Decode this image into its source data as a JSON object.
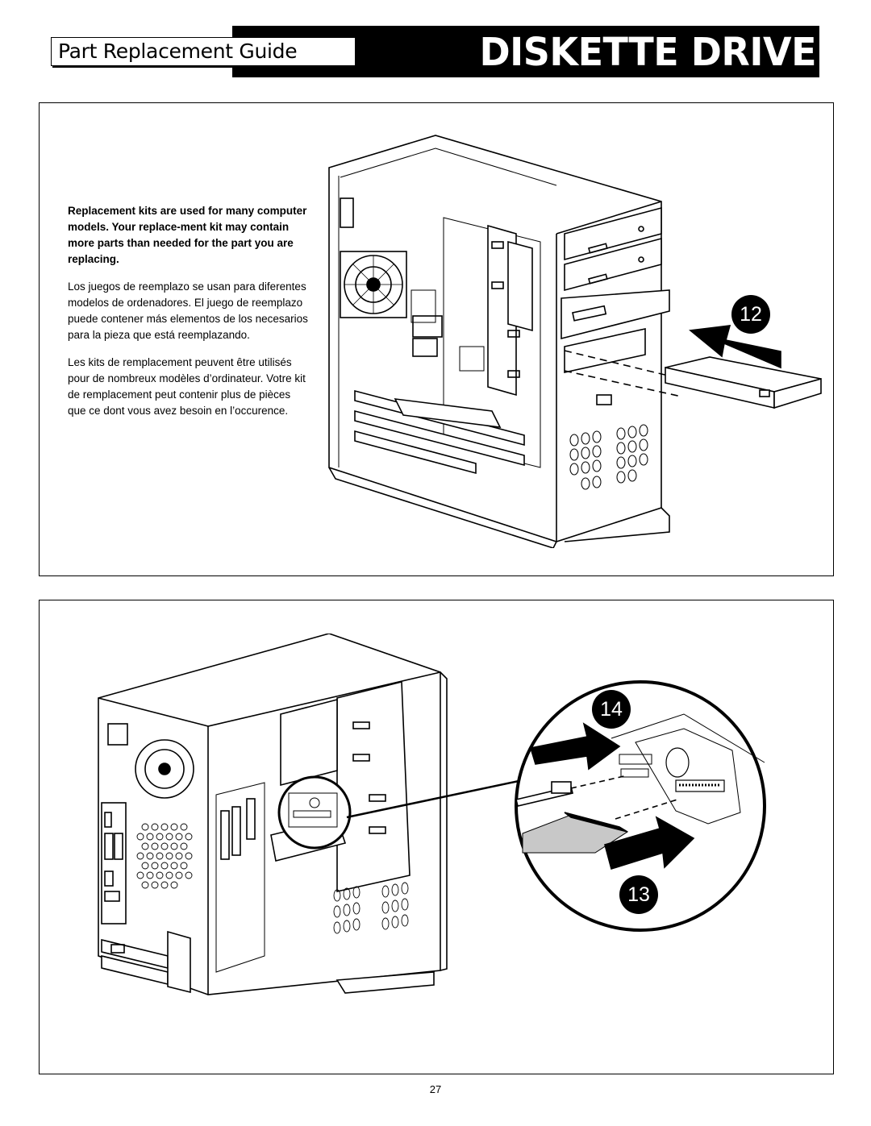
{
  "header": {
    "guide_label": "Part Replacement Guide",
    "section_title": "Diskette Drive"
  },
  "notice": {
    "english": "Replacement kits are used for many computer models. Your replace-ment kit may contain more parts than needed for the part you are replacing.",
    "spanish": "Los juegos de reemplazo se usan para diferentes modelos de ordenadores. El juego de reemplazo puede contener más elementos de los necesarios para la pieza que está reemplazando.",
    "french": "Les kits de remplacement peuvent être utilisés pour de nombreux modèles d’ordinateur. Votre kit de remplacement peut contenir plus de pièces que ce dont vous avez besoin en l’occurence."
  },
  "steps": {
    "step_12": "12",
    "step_13": "13",
    "step_14": "14"
  },
  "footer": {
    "page_number": "27"
  },
  "colors": {
    "ink": "#000000",
    "paper": "#ffffff",
    "cable": "#c8c8c8"
  },
  "icons": {
    "tower_open": "computer-tower-illustration",
    "diskette_drive": "diskette-drive-illustration",
    "arrow": "insertion-arrow-icon"
  }
}
